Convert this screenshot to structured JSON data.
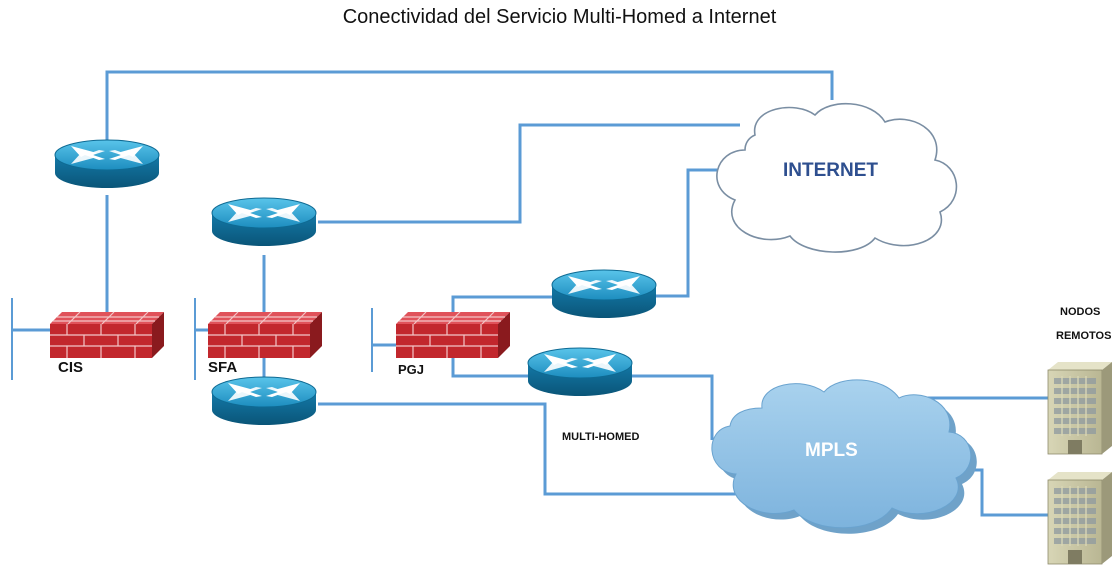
{
  "title": "Conectividad del Servicio Multi-Homed a Internet",
  "clouds": {
    "internet": {
      "label": "INTERNET",
      "text_color": "#2e4f8f"
    },
    "mpls": {
      "label": "MPLS",
      "text_color": "#ffffff",
      "fill": "#8ec0e4"
    }
  },
  "firewalls": [
    {
      "label": "CIS"
    },
    {
      "label": "SFA"
    },
    {
      "label": "PGJ"
    }
  ],
  "labels": {
    "multihomed": "MULTI-HOMED",
    "remote_nodes_line1": "NODOS",
    "remote_nodes_line2": "REMOTOS"
  },
  "colors": {
    "link": "#5b9bd5",
    "router_top": "#2aa0cc",
    "router_side": "#0e6a93",
    "firewall": "#c2272d",
    "building": "#c9c7a6"
  }
}
